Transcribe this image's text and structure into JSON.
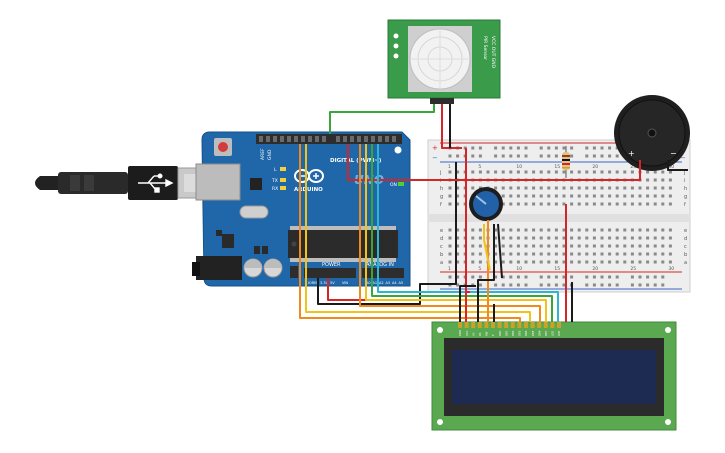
{
  "colors": {
    "arduino_board": "#1f67a8",
    "arduino_header": "#2d2d2d",
    "lcd_pcb": "#5aa84f",
    "lcd_screen": "#1d2b52",
    "pir_pcb": "#3a9b4a",
    "buzzer": "#1f1f1f",
    "breadboard": "#eeeeee",
    "wire_red": "#d42626",
    "wire_black": "#1a1a1a",
    "wire_orange": "#f08a1c",
    "wire_yellow": "#f2c21a",
    "wire_green": "#3aa63a",
    "wire_cyan": "#2cb6d4",
    "pot_blue": "#2260a8"
  },
  "arduino": {
    "brand": "ARDUINO",
    "model": "UNO",
    "header_digital": "DIGITAL (PWM~)",
    "header_power": "POWER",
    "header_analog": "ANALOG IN",
    "label_aref": "AREF",
    "label_gnd": "GND",
    "label_on": "ON",
    "label_l": "L",
    "label_tx": "TX",
    "label_rx": "RX",
    "label_ioref": "IOREF",
    "label_reset": "RESET",
    "label_3v3": "3.3V",
    "label_5v": "5V",
    "label_vin": "VIN",
    "analog_pins": [
      "A0",
      "A1",
      "A2",
      "A3",
      "A4",
      "A5"
    ]
  },
  "breadboard": {
    "columns": [
      "1",
      "5",
      "10",
      "15",
      "20",
      "25",
      "30"
    ],
    "rows_top": [
      "j",
      "i",
      "h",
      "g",
      "f"
    ],
    "rows_bottom": [
      "e",
      "d",
      "c",
      "b",
      "a"
    ],
    "rail_plus": "+",
    "rail_minus": "−"
  },
  "buzzer": {
    "plus": "+",
    "minus": "−"
  },
  "pir": {
    "side_text": "PIR Sensor",
    "side_text2": "VCC OUT GND"
  },
  "lcd": {
    "pins": [
      "GND",
      "VCC",
      "V0",
      "RS",
      "RW",
      "E",
      "DB0",
      "DB1",
      "DB2",
      "DB3",
      "DB4",
      "DB5",
      "DB6",
      "DB7",
      "LED",
      "LED"
    ]
  }
}
